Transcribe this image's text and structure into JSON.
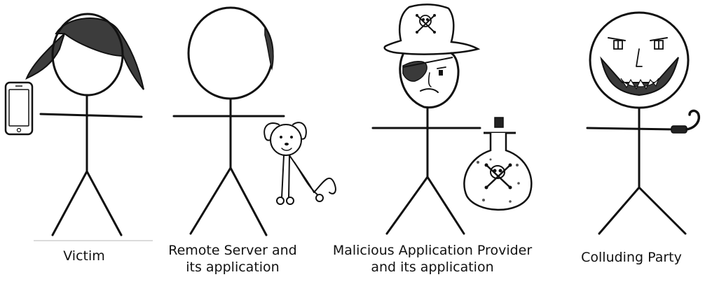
{
  "figures": {
    "victim": {
      "caption": "Victim"
    },
    "server": {
      "caption": "Remote Server and\nits application"
    },
    "provider": {
      "caption": "Malicious Application Provider\nand its application"
    },
    "colluding": {
      "caption": "Colluding Party"
    }
  },
  "colors": {
    "ink": "#111111",
    "hair": "#3c3c3c",
    "background": "#ffffff"
  },
  "icons": [
    "smartphone-icon",
    "dog-icon",
    "pirate-hat-icon",
    "eyepatch-icon",
    "poison-bottle-icon",
    "skull-crossbones-icon",
    "hook-icon"
  ]
}
